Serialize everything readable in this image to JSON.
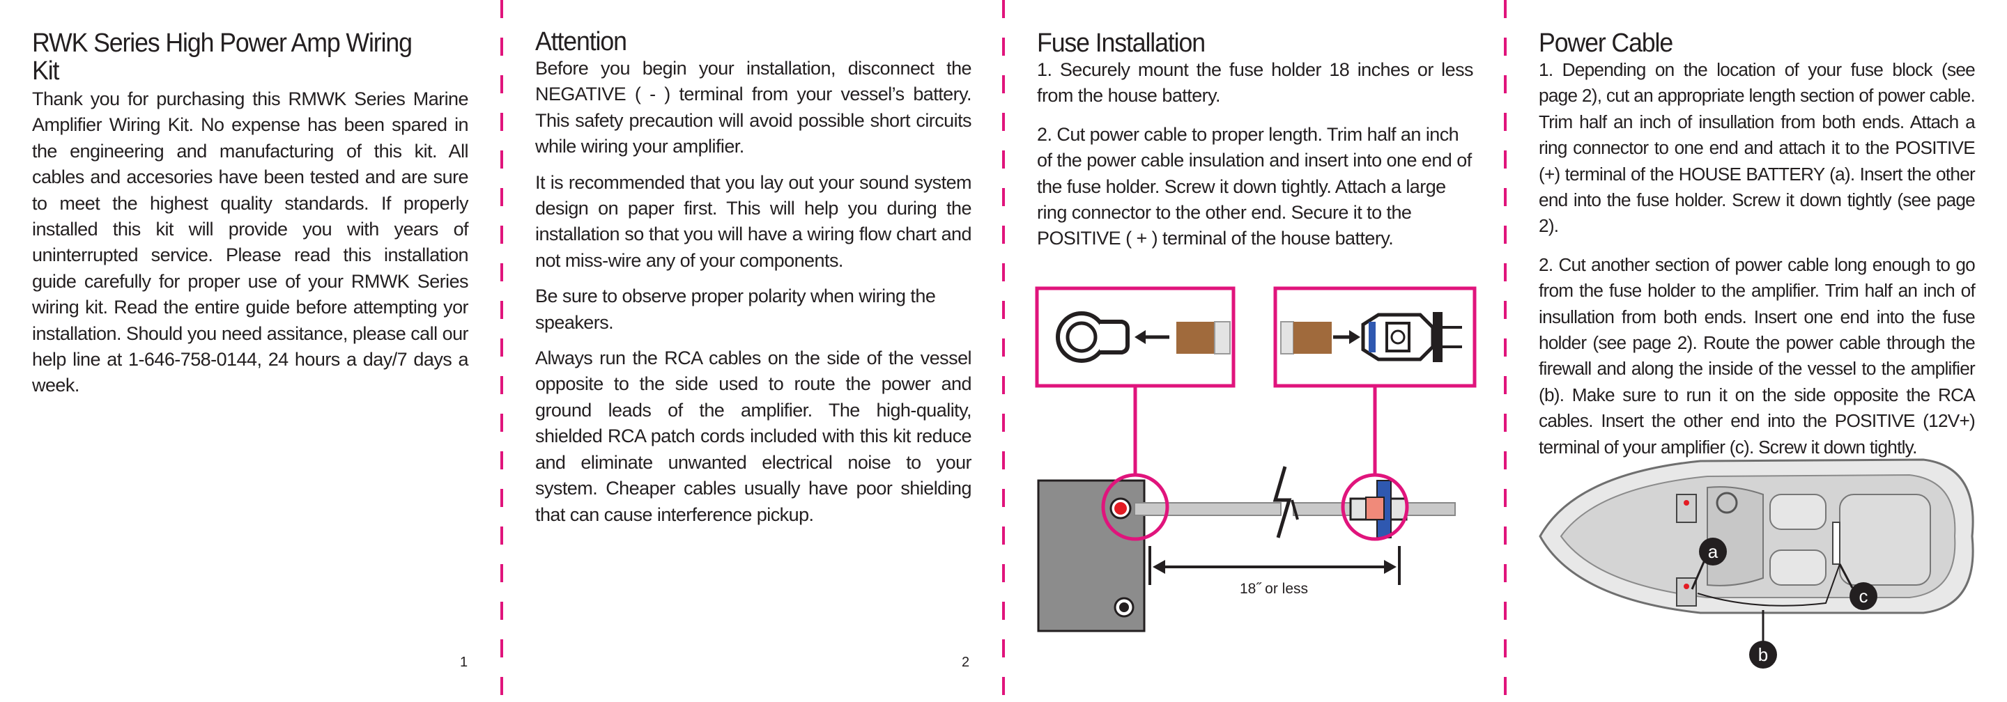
{
  "panel1": {
    "title": "RWK Series High Power Amp Wiring Kit",
    "body": "Thank you for purchasing this RMWK Series Marine Amplifier Wiring Kit. No expense has been spared in the engineering and manufacturing of this kit. All cables and accesories have been tested and are sure to meet the highest quality standards. If properly installed this kit will provide you with years of uninterrupted service. Please read this installation guide carefully for proper use of your RMWK Series wiring kit. Read the entire guide before attempting yor installation. Should you need assitance, please call our help line at 1-646-758-0144, 24 hours a day/7 days a week.",
    "page_number": "1"
  },
  "panel2": {
    "title": "Attention",
    "paragraphs": [
      "Before you begin your installation, disconnect the NEGATIVE ( - ) terminal from your vessel’s battery. This safety precaution will avoid possible short circuits while wiring your amplifier.",
      "It is recommended that you lay out your sound system design on paper first. This will help you during the installation so that you will have a wiring flow chart and not miss-wire any of your components.",
      "Be sure to observe proper polarity when wiring the speakers.",
      "Always run the RCA cables on the side of the vessel opposite to the side used to route the power and ground leads of the amplifier. The high-quality, shielded RCA patch cords included with this kit reduce and eliminate unwanted electrical noise to your system. Cheaper cables usually have poor shielding that can cause interference pickup."
    ],
    "page_number": "2"
  },
  "panel3": {
    "title": "Fuse Installation",
    "paragraphs": [
      "1. Securely mount the fuse holder 18 inches or less from the house battery.",
      "2. Cut power cable to proper length. Trim half an inch of the power cable insulation and insert into one end of the fuse holder. Screw it down tightly. Attach a large ring connector to the other end. Secure it to the POSITIVE ( + ) terminal of the house battery."
    ],
    "diagram_label": "18˝ or less"
  },
  "panel4": {
    "title": "Power Cable",
    "paragraphs": [
      "1. Depending on the location of your fuse block (see page 2), cut an appropriate length section of power cable. Trim half an inch of insullation from both ends. Attach a ring connector to one end and attach it to the POSITIVE (+) terminal of the HOUSE BATTERY (a). Insert the other end into the fuse holder. Screw it down tightly (see page 2).",
      "2. Cut another section of power cable long enough to go from the fuse holder to the amplifier. Trim half an inch of insullation from both ends. Insert one end into the fuse holder (see page 2). Route the power cable through the firewall and along the inside of the vessel to the amplifier (b). Make sure to run it on the side opposite the RCA cables. Insert the other end into the POSITIVE (12V+) terminal of your amplifier (c). Screw it down tightly."
    ],
    "callouts": [
      "a",
      "b",
      "c"
    ]
  },
  "colors": {
    "accent": "#e0147c",
    "text": "#231f20",
    "battery": "#8c8c8c",
    "cable": "#c9c9c9",
    "copper": "#a06a3c"
  }
}
